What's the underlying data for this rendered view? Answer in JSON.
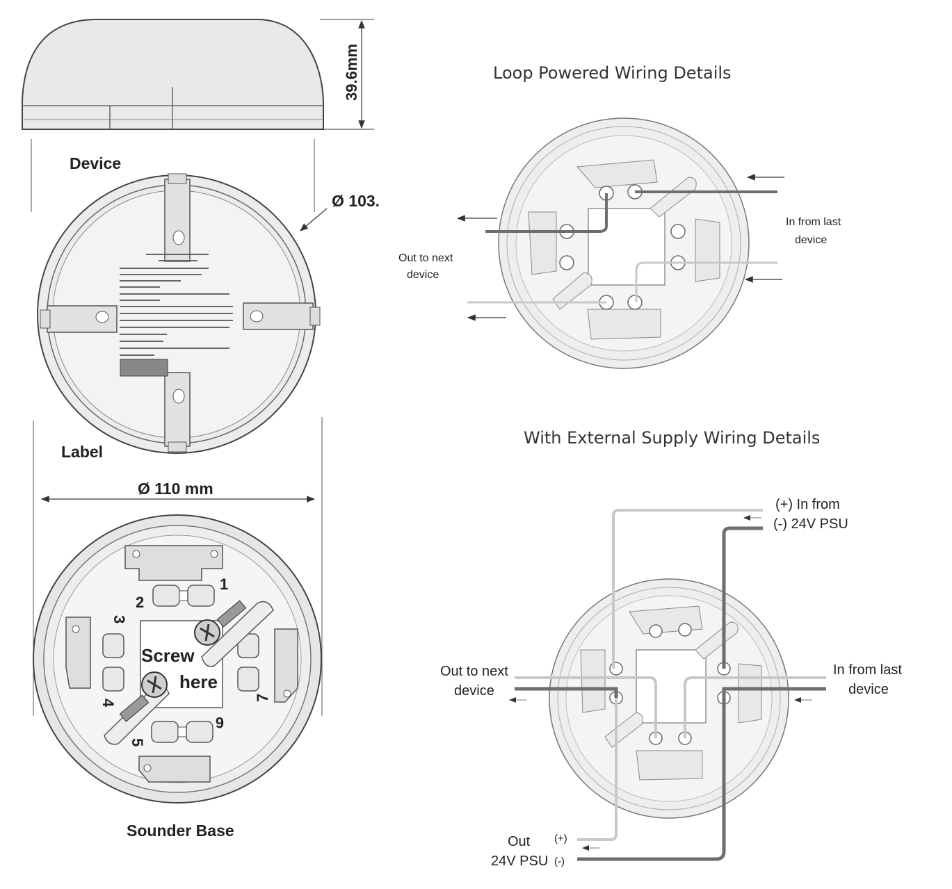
{
  "left": {
    "height_dim": "39.6mm",
    "device_label": "Device",
    "inner_dia_dim": "Ø 103.",
    "label_label": "Label",
    "outer_dia_dim": "Ø 110 mm",
    "screw_here_1": "Screw",
    "screw_here_2": "here",
    "sounder_base_label": "Sounder Base",
    "terminals": {
      "t1": "1",
      "t2": "2",
      "t3": "3",
      "t4": "4",
      "t5": "5",
      "t6": "6",
      "t7": "7"
    }
  },
  "right": {
    "loop_title": "Loop Powered Wiring Details",
    "loop_in_1": "In from last",
    "loop_in_2": "device",
    "loop_out_1": "Out to next",
    "loop_out_2": "device",
    "ext_title": "With External Supply Wiring Details",
    "ext_psu_in_1": "(+) In from",
    "ext_psu_in_2": "(-) 24V PSU",
    "ext_out_1": "Out to next",
    "ext_out_2": "device",
    "ext_in_1": "In from last",
    "ext_in_2": "device",
    "ext_psu_out_1": "Out",
    "ext_psu_out_plus": "(+)",
    "ext_psu_out_2": "24V PSU",
    "ext_psu_out_minus": "(-)"
  },
  "colors": {
    "wire_dark": "#6e6e6e",
    "wire_light": "#c8c8c8",
    "base_fill": "#eeeeee",
    "outline": "#555555"
  }
}
